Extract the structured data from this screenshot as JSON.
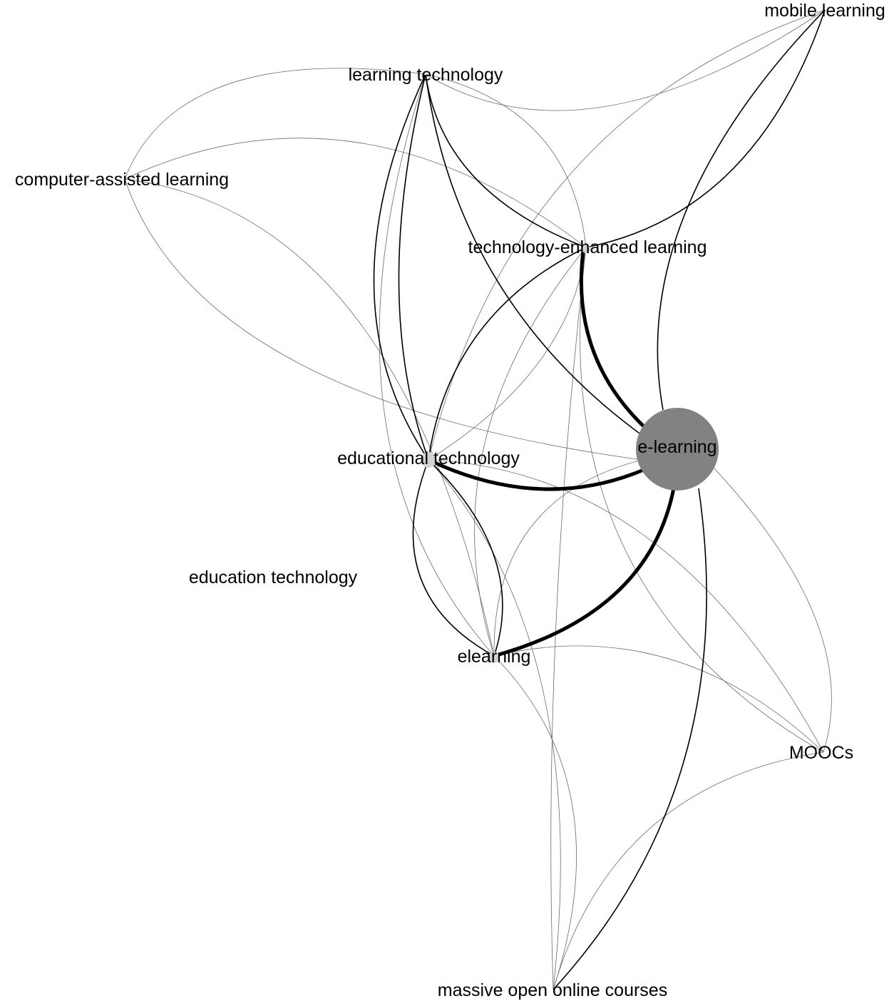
{
  "nodes": {
    "mobile_learning": "mobile learning",
    "learning_technology": "learning technology",
    "computer_assisted_learning": "computer-assisted learning",
    "technology_enhanced_learning": "technology-enhanced learning",
    "e_learning": "e-learning",
    "educational_technology": "educational technology",
    "education_technology": "education technology",
    "elearning": "elearning",
    "moocs": "MOOCs",
    "massive_open_online_courses": "massive open online courses"
  },
  "edges": [
    {
      "source": "technology-enhanced learning",
      "target": "e-learning",
      "weight": "strong"
    },
    {
      "source": "educational technology",
      "target": "e-learning",
      "weight": "strong"
    },
    {
      "source": "elearning",
      "target": "e-learning",
      "weight": "strong"
    },
    {
      "source": "learning technology",
      "target": "e-learning",
      "weight": "medium"
    },
    {
      "source": "learning technology",
      "target": "technology-enhanced learning",
      "weight": "medium"
    },
    {
      "source": "learning technology",
      "target": "educational technology",
      "weight": "medium"
    },
    {
      "source": "technology-enhanced learning",
      "target": "mobile learning",
      "weight": "medium"
    },
    {
      "source": "mobile learning",
      "target": "e-learning",
      "weight": "medium"
    },
    {
      "source": "technology-enhanced learning",
      "target": "educational technology",
      "weight": "medium"
    },
    {
      "source": "educational technology",
      "target": "elearning",
      "weight": "medium"
    },
    {
      "source": "e-learning",
      "target": "massive open online courses",
      "weight": "medium"
    }
  ],
  "colors": {
    "hub": "#828282",
    "minor_node": "#d3d3d3",
    "edge": "#000000"
  }
}
